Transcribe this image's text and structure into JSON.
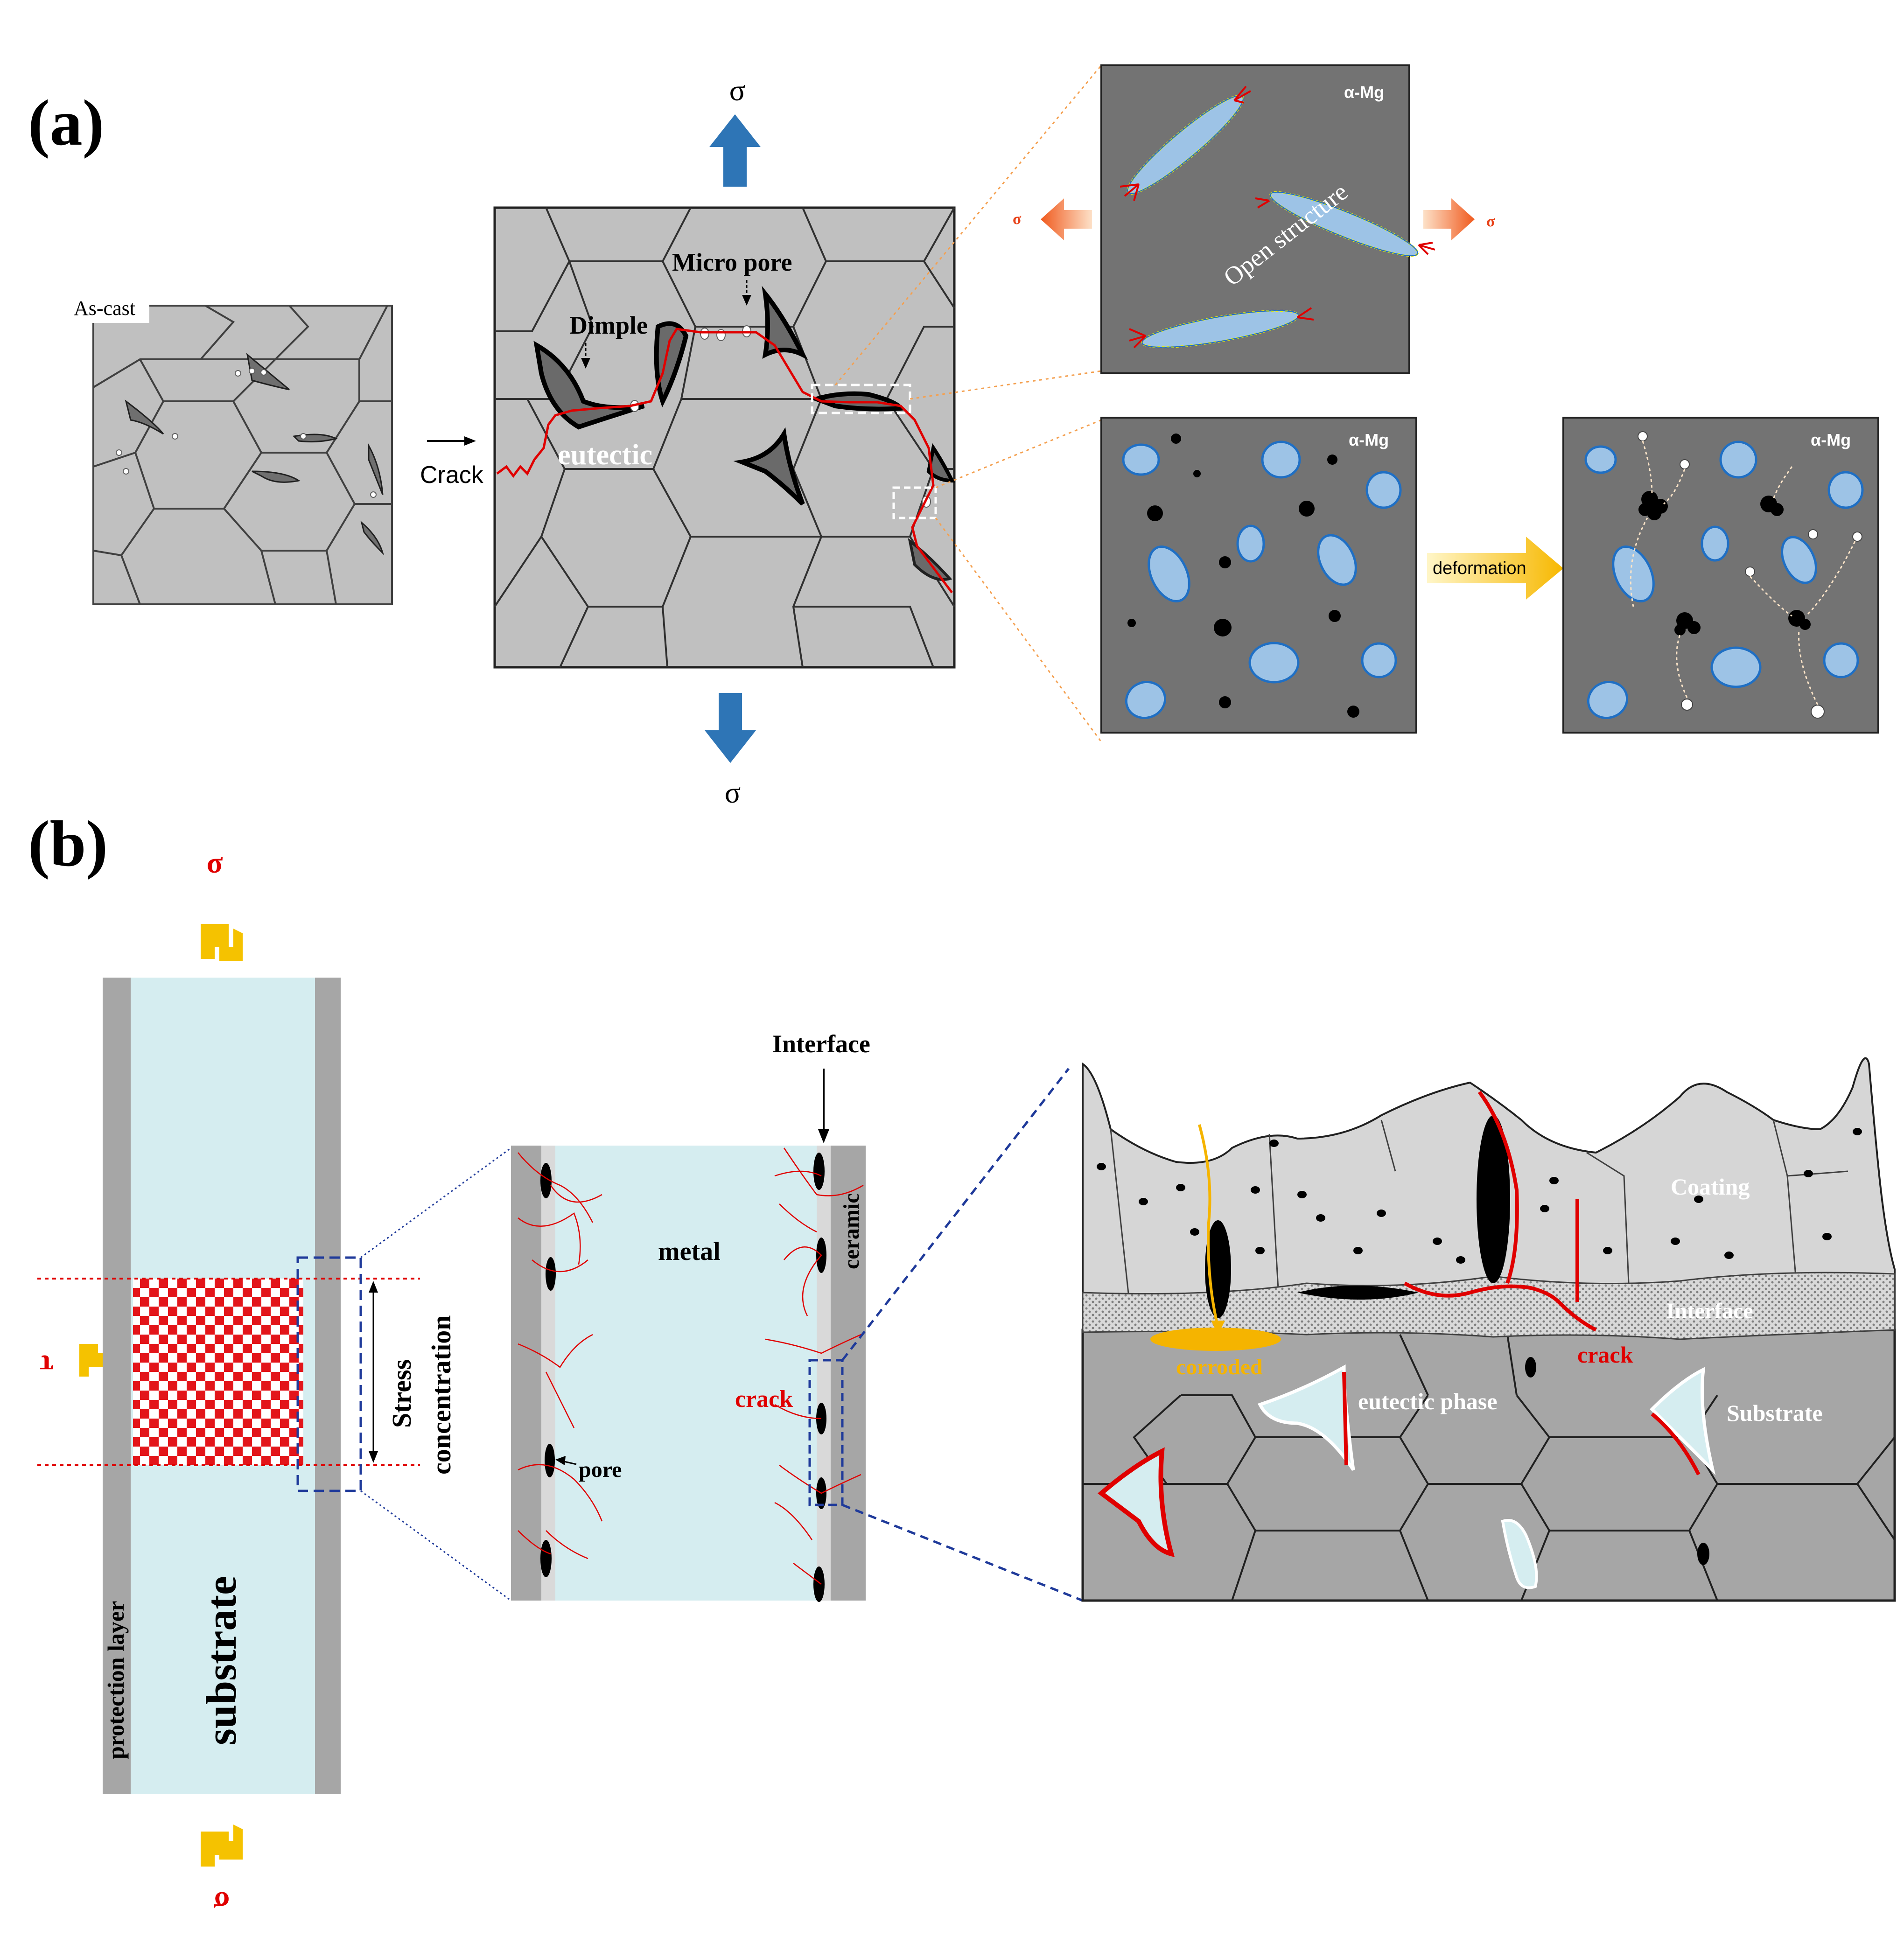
{
  "panel_a": {
    "label": "(a)",
    "as_cast_label": "As-cast",
    "crack_label": "Crack",
    "sigma_top": "σ",
    "sigma_bottom": "σ",
    "dimple_label": "Dimple",
    "micro_pore_label": "Micro pore",
    "eutectic_label": "eutectic",
    "top_box": {
      "phase_label": "α-Mg",
      "open_structure_label": "Open structure",
      "sigma_left": "σ",
      "sigma_right": "σ"
    },
    "bottom_left_box": {
      "phase_label": "α-Mg"
    },
    "deformation_label": "deformation",
    "bottom_right_box": {
      "phase_label": "α-Mg"
    }
  },
  "panel_b": {
    "label": "(b)",
    "sigma_top": "σ",
    "tau_left": "τ",
    "sigma_bottom": "σ",
    "protection_layer_label": "protection layer",
    "substrate_label": "substrate",
    "stress_label_line1": "Stress",
    "stress_label_line2": "concentration",
    "interface_label": "Interface",
    "metal_label": "metal",
    "ceramic_label": "ceramic",
    "crack_label": "crack",
    "pore_label": "pore",
    "coating_label": "Coating",
    "interface_zoom_label": "Interface",
    "crack_zoom_label": "crack",
    "corroded_label": "corroded",
    "eutectic_phase_label": "eutectic phase",
    "substrate_zoom_label": "Substrate"
  },
  "colors": {
    "grain_fill": "#c0c0c0",
    "dark_box": "#737373",
    "particle_blue": "#9dc3e6",
    "particle_edge": "#1f6fc4",
    "crack_red": "#e00000",
    "sigma_arrow_blue": "#2e75b6",
    "orange_arrow": "#f47a2a",
    "yellow_arrow": "#f5c200",
    "light_cyan": "#d5edf0",
    "coating_gray": "#d6d6d6",
    "substrate_gray": "#a6a6a6"
  },
  "icons": [
    "sigma-arrow-up-icon",
    "sigma-arrow-down-icon",
    "orange-arrow-left-icon",
    "orange-arrow-right-icon",
    "deformation-arrow-icon",
    "shear-arrow-icon"
  ]
}
